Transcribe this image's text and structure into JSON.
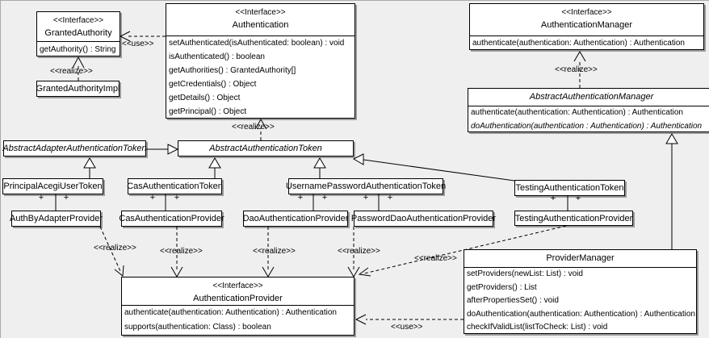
{
  "colors": {
    "background": "#efefef",
    "box_fill": "#ffffff",
    "line": "#000000",
    "shadow": "#9a9a9a"
  },
  "classes": {
    "granted_authority": {
      "stereotype": "<<Interface>>",
      "name": "GrantedAuthority",
      "methods": [
        "getAuthority() : String"
      ]
    },
    "granted_authority_impl": {
      "name": "GrantedAuthorityImpl"
    },
    "authentication": {
      "stereotype": "<<Interface>>",
      "name": "Authentication",
      "methods": [
        "setAuthenticated(isAuthenticated: boolean) : void",
        "isAuthenticated() : boolean",
        "getAuthorities() : GrantedAuthority[]",
        "getCredentials() : Object",
        "getDetails() : Object",
        "getPrincipal() : Object"
      ]
    },
    "authentication_manager": {
      "stereotype": "<<Interface>>",
      "name": "AuthenticationManager",
      "methods": [
        "authenticate(authentication: Authentication) : Authentication"
      ]
    },
    "abstract_authentication_manager": {
      "name": "AbstractAuthenticationManager",
      "methods": [
        "authenticate(authentication: Authentication) : Authentication",
        "doAuthentication(authentication : Authentication) : Authentication"
      ]
    },
    "abstract_adapter_authentication_token": {
      "name": "AbstractAdapterAuthenticationToken"
    },
    "abstract_authentication_token": {
      "name": "AbstractAuthenticationToken"
    },
    "principal_acegi_user_token": {
      "name": "PrincipalAcegiUserToken"
    },
    "cas_authentication_token": {
      "name": "CasAuthenticationToken"
    },
    "username_password_authentication_token": {
      "name": "UsernamePasswordAuthenticationToken"
    },
    "testing_authentication_token": {
      "name": "TestingAuthenticationToken"
    },
    "auth_by_adapter_provider": {
      "name": "AuthByAdapterProvider"
    },
    "cas_authentication_provider": {
      "name": "CasAuthenticationProvider"
    },
    "dao_authentication_provider": {
      "name": "DaoAuthenticationProvider"
    },
    "password_dao_authentication_provider": {
      "name": "PasswordDaoAuthenticationProvider"
    },
    "testing_authentication_provider": {
      "name": "TestingAuthenticationProvider"
    },
    "authentication_provider": {
      "stereotype": "<<Interface>>",
      "name": "AuthenticationProvider",
      "methods": [
        "authenticate(authentication: Authentication) : Authentication",
        "supports(authentication: Class) : boolean"
      ]
    },
    "provider_manager": {
      "name": "ProviderManager",
      "methods": [
        "setProviders(newList: List) : void",
        "getProviders() : List",
        "afterPropertiesSet() : void",
        "doAuthentication(authentication: Authentication) : Authentication",
        "checkIfValidList(listToCheck: List) : void"
      ]
    }
  },
  "labels": {
    "use_authentication_to_granted_authority": "<<use>>",
    "realize_granted_authority_impl": "<<realize>>",
    "realize_abstract_authentication_manager": "<<realize>>",
    "realize_abstract_authentication_token": "<<realize>>",
    "realize_auth_by_adapter_provider": "<<realize>>",
    "realize_cas_authentication_provider": "<<realize>>",
    "realize_dao_authentication_provider": "<<realize>>",
    "realize_password_dao_authentication_provider": "<<realize>>",
    "realize_testing_authentication_provider": "<<realize>>",
    "use_provider_manager_to_authentication_provider": "<<use>>"
  },
  "associations": [
    {
      "left": "+",
      "right": "+"
    },
    {
      "left": "+",
      "right": "+"
    },
    {
      "left": "+",
      "right": "+"
    },
    {
      "left": "+",
      "right": "+"
    },
    {
      "left": "+",
      "right": "+"
    }
  ]
}
